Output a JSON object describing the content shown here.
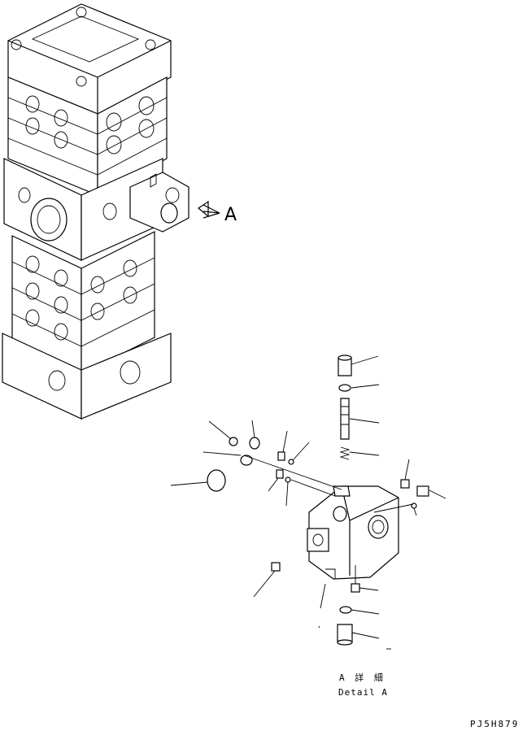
{
  "view_label": "A",
  "detail_title_jp": "A 詳 細",
  "detail_title_en": "Detail A",
  "drawing_code": "PJ5H879"
}
